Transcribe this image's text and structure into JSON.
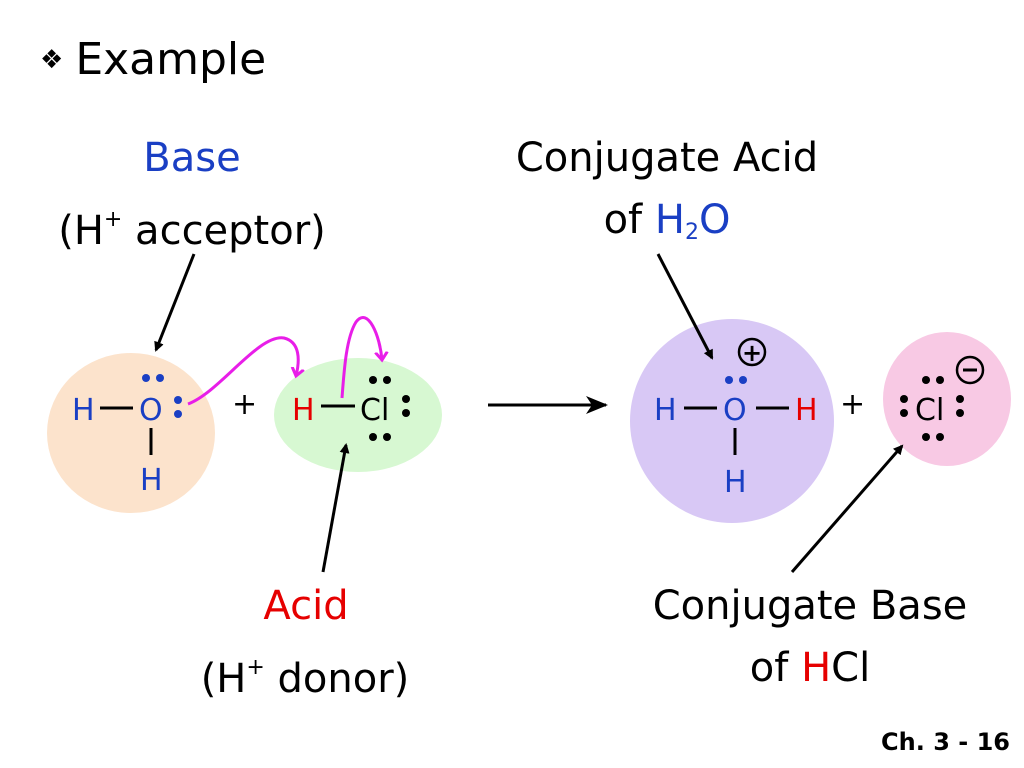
{
  "title": {
    "bullet": "❖",
    "text": "Example"
  },
  "colors": {
    "blue": "#1a3fc4",
    "red": "#e60000",
    "magenta": "#e81ee8",
    "orange_fill": "#fce3cc",
    "green_fill": "#d7f8d2",
    "purple_fill": "#d8c8f5",
    "pink_fill": "#f8c9e4"
  },
  "labels": {
    "base": {
      "name": "Base",
      "sub_open": "(H",
      "sup": "+",
      "sub_rest": " acceptor)"
    },
    "conj_acid": {
      "line1": "Conjugate Acid",
      "of": "of ",
      "h": "H",
      "sub": "2",
      "o": "O"
    },
    "acid": {
      "name": "Acid",
      "sub_open": "(H",
      "sup": "+",
      "sub_rest": " donor)"
    },
    "conj_base": {
      "line1": "Conjugate Base",
      "of": "of ",
      "h": "H",
      "cl": "Cl"
    }
  },
  "molecules": {
    "water": {
      "h_left": "H",
      "o": "O",
      "h_bottom": "H"
    },
    "hcl": {
      "h": "H",
      "cl": "Cl"
    },
    "hydronium": {
      "h_left": "H",
      "o": "O",
      "h_right": "H",
      "h_bottom": "H",
      "charge": "+"
    },
    "chloride": {
      "cl": "Cl",
      "charge": "−"
    },
    "plus1": "+",
    "plus2": "+"
  },
  "slide_number": "Ch. 3 - 16"
}
